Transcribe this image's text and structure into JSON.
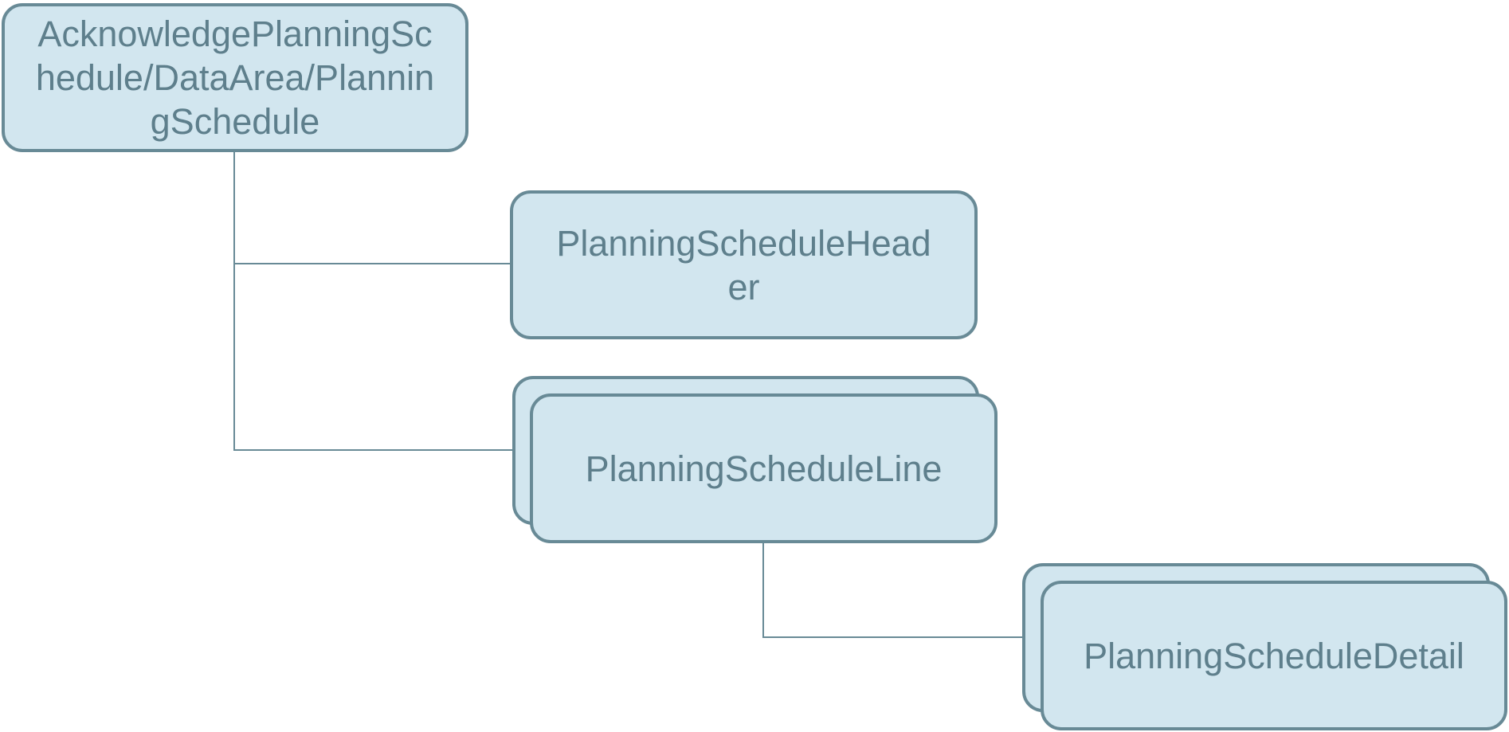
{
  "diagram": {
    "type": "hierarchy",
    "colors": {
      "node_fill": "#d2e6ef",
      "node_border": "#688a96",
      "node_text": "#5e7f8c",
      "connector": "#688a96"
    },
    "nodes": {
      "root": {
        "label": "AcknowledgePlanningSchedule/DataArea/PlanningSchedule",
        "multiple": false
      },
      "header": {
        "label": "PlanningScheduleHeader",
        "multiple": false
      },
      "line": {
        "label": "PlanningScheduleLine",
        "multiple": true
      },
      "detail": {
        "label": "PlanningScheduleDetail",
        "multiple": true
      }
    },
    "edges": [
      {
        "from": "root",
        "to": "header"
      },
      {
        "from": "root",
        "to": "line"
      },
      {
        "from": "line",
        "to": "detail"
      }
    ]
  }
}
